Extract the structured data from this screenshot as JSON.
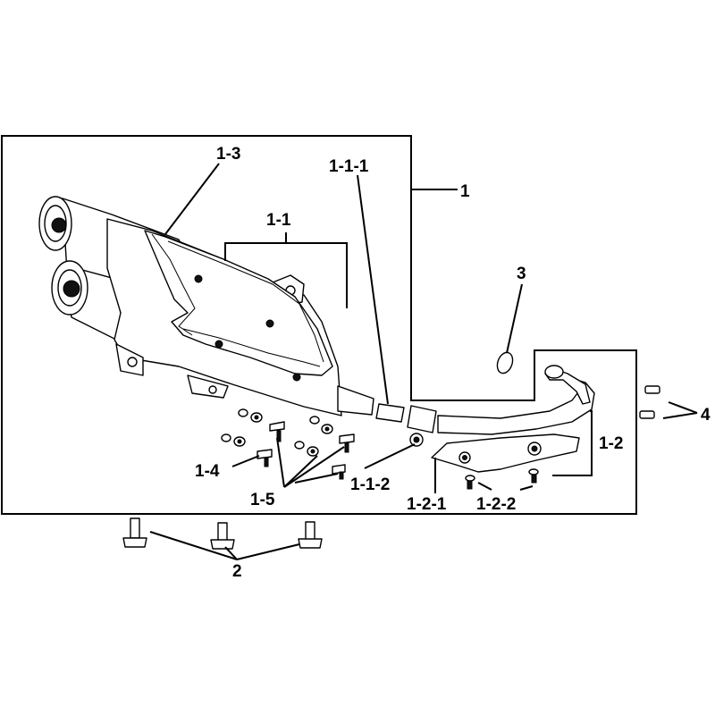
{
  "diagram": {
    "labels": {
      "l1": "1",
      "l1_1": "1-1",
      "l1_1_1": "1-1-1",
      "l1_1_2": "1-1-2",
      "l1_2": "1-2",
      "l1_2_1": "1-2-1",
      "l1_2_2": "1-2-2",
      "l1_3": "1-3",
      "l1_4": "1-4",
      "l1_5": "1-5",
      "l2": "2",
      "l3": "3",
      "l4": "4"
    }
  }
}
